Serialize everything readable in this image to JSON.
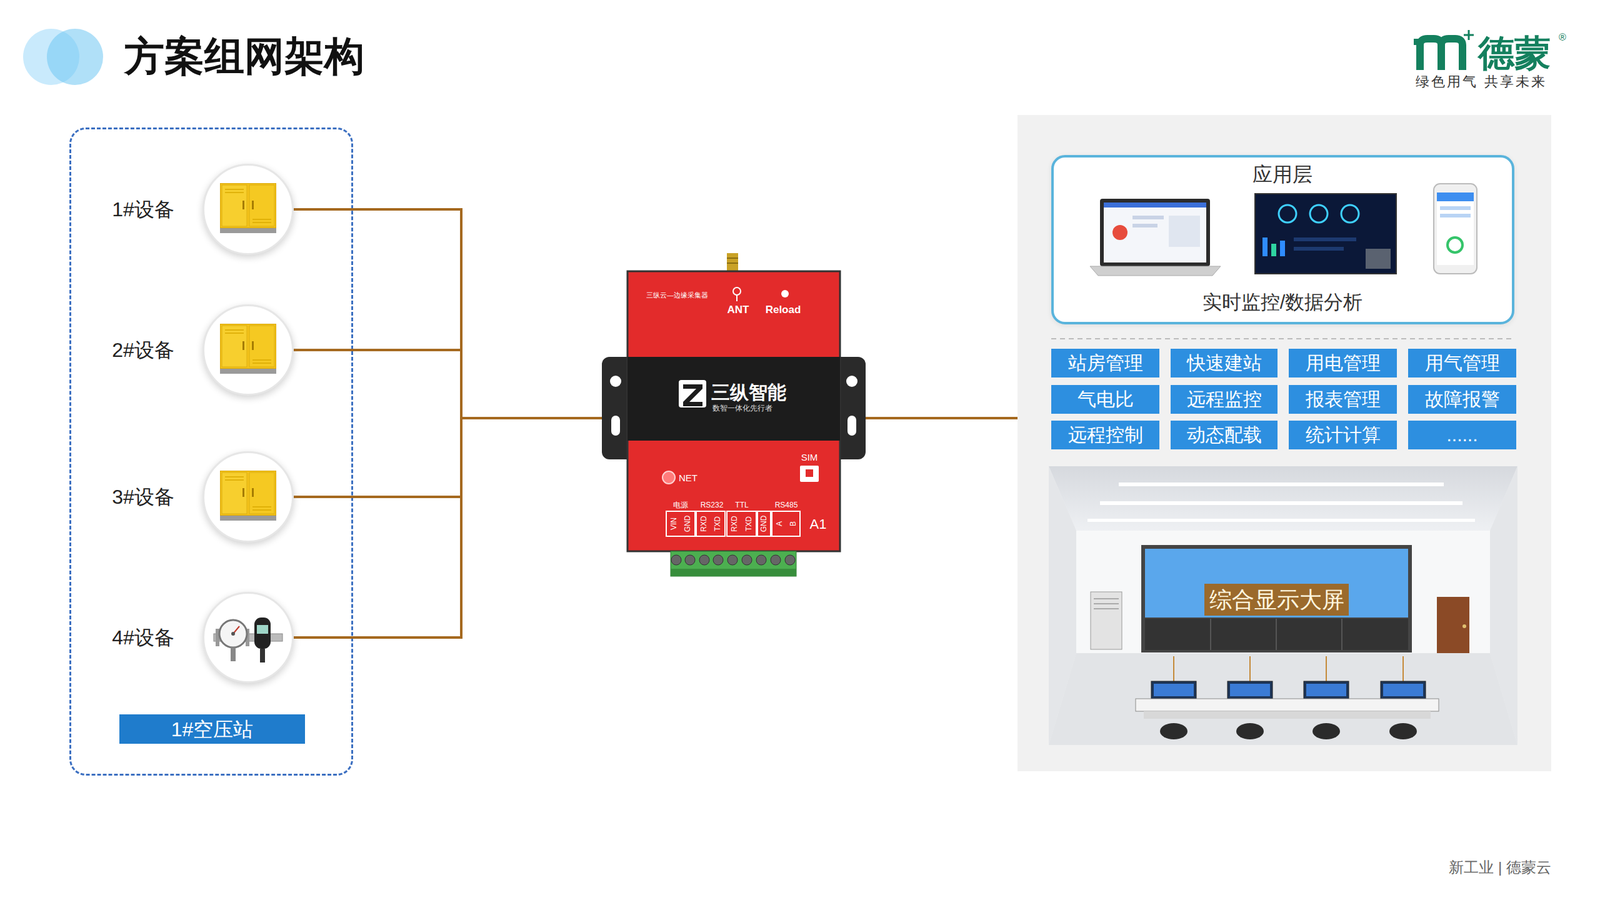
{
  "diagram": {
    "title": "方案组网架构",
    "nodes": [
      {
        "text": [
          "1#空压站"
        ]
      },
      {
        "text": [
          "1#设备"
        ],
        "in": 0
      },
      {
        "text": [
          "2#设备"
        ],
        "in": 0
      },
      {
        "text": [
          "3#设备"
        ],
        "in": 0
      },
      {
        "text": [
          "4#设备"
        ],
        "in": 0
      },
      {
        "text": [
          "三纵智能",
          "数智一体化先行者"
        ]
      },
      {
        "text": []
      },
      {
        "text": [
          "应用层",
          "实时监控/数据分析"
        ],
        "in": 6
      },
      {
        "text": [
          "站房管理"
        ],
        "in": 6
      },
      {
        "text": [
          "快速建站"
        ],
        "in": 6
      },
      {
        "text": [
          "用电管理"
        ],
        "in": 6
      },
      {
        "text": [
          "用气管理"
        ],
        "in": 6
      },
      {
        "text": [
          "气电比"
        ],
        "in": 6
      },
      {
        "text": [
          "远程监控"
        ],
        "in": 6
      },
      {
        "text": [
          "报表管理"
        ],
        "in": 6
      },
      {
        "text": [
          "故障报警"
        ],
        "in": 6
      },
      {
        "text": [
          "远程控制"
        ],
        "in": 6
      },
      {
        "text": [
          "动态配载"
        ],
        "in": 6
      },
      {
        "text": [
          "统计计算"
        ],
        "in": 6
      },
      {
        "text": [
          "......"
        ],
        "in": 6
      },
      {
        "text": [
          "综合显示大屏"
        ],
        "in": 6
      }
    ],
    "edges": [
      {
        "from": 1,
        "to": 5,
        "arrow": "none"
      },
      {
        "from": 2,
        "to": 5,
        "arrow": "none"
      },
      {
        "from": 3,
        "to": 5,
        "arrow": "none"
      },
      {
        "from": 4,
        "to": 5,
        "arrow": "none"
      },
      {
        "from": 5,
        "to": 6,
        "arrow": "none"
      }
    ],
    "labels": [
      "德蒙",
      "®",
      "绿色用气 共享未来",
      "三纵云—边缘采集器",
      "ANT",
      "Reload",
      "SIM",
      "NET",
      "电源",
      "RS232",
      "TTL",
      "RS485",
      "VIN",
      "GND",
      "RXD",
      "TXD",
      "RXD",
      "TXD",
      "GND",
      "A",
      "B",
      "A1",
      "新工业 | 德蒙云"
    ]
  }
}
